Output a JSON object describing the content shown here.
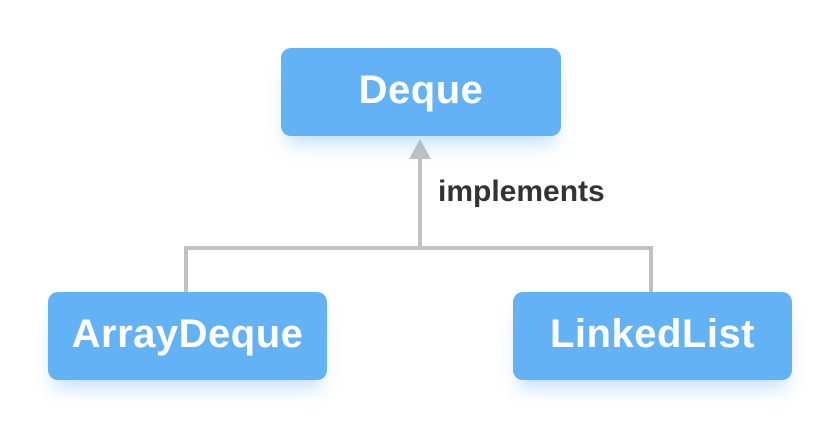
{
  "diagram": {
    "type": "class-hierarchy",
    "nodes": [
      {
        "id": "deque",
        "label": "Deque",
        "role": "interface"
      },
      {
        "id": "arraydeque",
        "label": "ArrayDeque",
        "role": "implementation"
      },
      {
        "id": "linkedlist",
        "label": "LinkedList",
        "role": "implementation"
      }
    ],
    "edge": {
      "label": "implements",
      "from": [
        "arraydeque",
        "linkedlist"
      ],
      "to": "deque",
      "arrow_direction": "up"
    },
    "colors": {
      "node_fill": "#64b2f6",
      "node_text": "#ffffff",
      "connector": "#c1c1c1",
      "edge_label": "#333333",
      "canvas_bg": "#ffffff"
    }
  }
}
